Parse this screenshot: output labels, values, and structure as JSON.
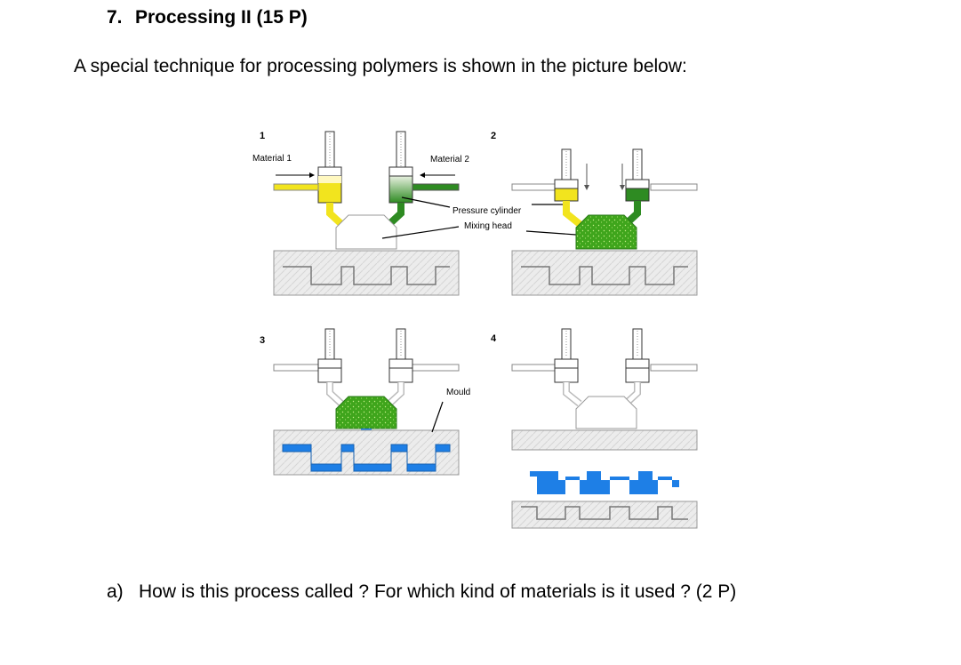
{
  "heading": {
    "number": "7.",
    "title": "Processing II (15 P)"
  },
  "intro": "A special technique for processing polymers is shown in the picture below:",
  "figure": {
    "panels": [
      "1",
      "2",
      "3",
      "4"
    ],
    "labels": {
      "material_1": "Material 1",
      "material_2": "Material 2",
      "pressure_cylinder": "Pressure cylinder",
      "mixing_head": "Mixing head",
      "mould": "Mould"
    },
    "colors": {
      "material_1": "#f2e41e",
      "material_2": "#2e8b22",
      "mixed": "#3fa51c",
      "part": "#1e7fe6",
      "mould": "#e8e8e8"
    }
  },
  "question": {
    "label": "a)",
    "text": "How is this process called ? For which kind of materials is it used ? (2 P)"
  }
}
